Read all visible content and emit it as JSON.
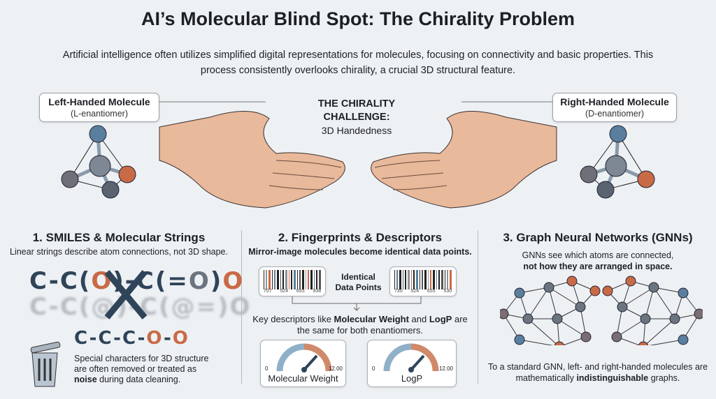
{
  "title": "AI’s Molecular Blind Spot: The Chirality Problem",
  "subtitle": "Artificial intelligence often utilizes simplified digital representations for molecules, focusing on connectivity and basic properties. This process consistently overlooks chirality, a crucial 3D structural feature.",
  "left_label": {
    "title": "Left-Handed Molecule",
    "sub": "(L-enantiomer)"
  },
  "right_label": {
    "title": "Right-Handed Molecule",
    "sub": "(D-enantiomer)"
  },
  "challenge": {
    "title": "THE CHIRALITY CHALLENGE:",
    "sub": "3D Handedness"
  },
  "sec1": {
    "heading": "1. SMILES & Molecular Strings",
    "desc": "Linear strings describe atom connections, not 3D shape.",
    "smiles_a": "C-C(",
    "smiles_o1": "O",
    "smiles_b": ")-C(=",
    "smiles_o2": "O",
    "smiles_c": ")",
    "smiles_o3": "O",
    "noisy": "C-C(@)-C(@=)O",
    "clean_a": "C-C-C-",
    "clean_o1": "O",
    "clean_dash": "-",
    "clean_o2": "O",
    "note_a": "Special characters for 3D structure are often removed or treated as ",
    "note_bold": "noise",
    "note_b": " during data cleaning."
  },
  "sec2": {
    "heading": "2. Fingerprints & Descriptors",
    "desc": "Mirror-image molecules become identical data points.",
    "identical": "Identical Data Points",
    "barcode_left": [
      "707",
      "524",
      "655",
      "938"
    ],
    "barcode_right": [
      "730",
      "524",
      "655",
      "530"
    ],
    "key_a": "Key descriptors like ",
    "key_b1": "Molecular Weight",
    "key_c": " and ",
    "key_b2": "LogP",
    "key_d": " are the same for both enantiomers.",
    "gauges": [
      {
        "label": "Molecular Weight",
        "min": "0",
        "max": "12.00"
      },
      {
        "label": "LogP",
        "min": "0",
        "max": "12.00"
      }
    ]
  },
  "sec3": {
    "heading": "3. Graph Neural Networks (GNNs)",
    "desc_a": "GNNs see which atoms are connected,",
    "desc_b": "not how they are arranged in space.",
    "foot_a": "To a standard GNN, left- and right-handed molecules are mathematically ",
    "foot_bold": "indistinguishable",
    "foot_b": " graphs."
  },
  "colors": {
    "orange": "#c96a47",
    "blue": "#5a7f9e",
    "grey": "#6b7580",
    "navy": "#2f4459"
  }
}
